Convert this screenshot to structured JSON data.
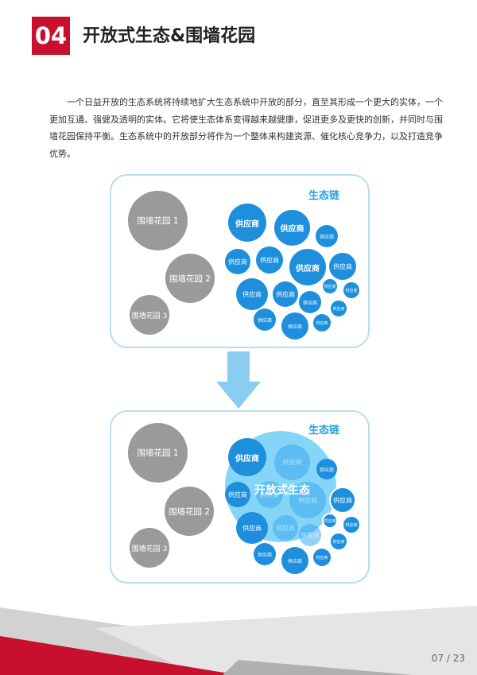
{
  "section": {
    "number": "04",
    "title": "开放式生态&围墙花园"
  },
  "intro": "一个日益开放的生态系统将持续地扩大生态系统中开放的部分，直至其形成一个更大的实体，一个更加互通、强健及透明的实体。它将使生态体系变得越来越健康，促进更多及更快的创新，并同时与围墙花园保持平衡。生态系统中的开放部分将作为一个整体来构建资源、催化核心竞争力，以及打造竞争优势。",
  "diagram_top": {
    "chain_label": "生态链",
    "gardens": [
      "围墙花园 1",
      "围墙花园 2",
      "围墙花园 3"
    ],
    "supplier_label": "供应商"
  },
  "diagram_bottom": {
    "chain_label": "生态链",
    "gardens": [
      "围墙花园 1",
      "围墙花园 2",
      "围墙花园 3"
    ],
    "supplier_label": "供应商",
    "open_label": "开放式生态"
  },
  "colors": {
    "accent_red": "#c8102e",
    "supplier_blue": "#1d8fdc",
    "open_blue": "#56c5f7",
    "garden_gray": "#9a9a9a",
    "arrow_blue": "#8bcdf1"
  },
  "icons": [
    "down-arrow-icon"
  ],
  "footer": {
    "page": "07 / 23"
  }
}
